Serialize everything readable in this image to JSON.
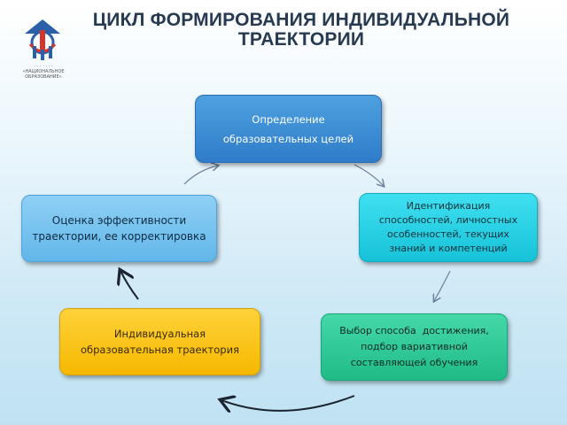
{
  "header": {
    "title_line1": "ЦИКЛ ФОРМИРОВАНИЯ ИНДИВИДУАЛЬНОЙ",
    "title_line2": "ТРАЕКТОРИИ"
  },
  "logo": {
    "text_lines": [
      "· · · · · · ·",
      "«НАЦИОНАЛЬНОЕ",
      "ОБРАЗОВАНИЕ»"
    ],
    "colors": {
      "blue": "#2b5fa8",
      "red": "#d6332b"
    }
  },
  "cycle": {
    "steps": [
      {
        "lines": [
          "Определение",
          "образовательных целей"
        ],
        "color": "#3f8fd6"
      },
      {
        "lines": [
          "Идентификация",
          "способностей, личностных",
          "особенностей, текущих",
          "знаний и компетенций"
        ],
        "color": "#22cde0"
      },
      {
        "lines": [
          "Выбор способа  достижения,",
          "подбор вариативной",
          "составляющей обучения"
        ],
        "color": "#2cc895"
      },
      {
        "lines": [
          "Индивидуальная",
          "образовательная траектория"
        ],
        "color": "#fcc419"
      },
      {
        "lines": [
          "Оценка эффективности",
          "траектории, ее корректировка"
        ],
        "color": "#7cc4f0"
      }
    ]
  }
}
